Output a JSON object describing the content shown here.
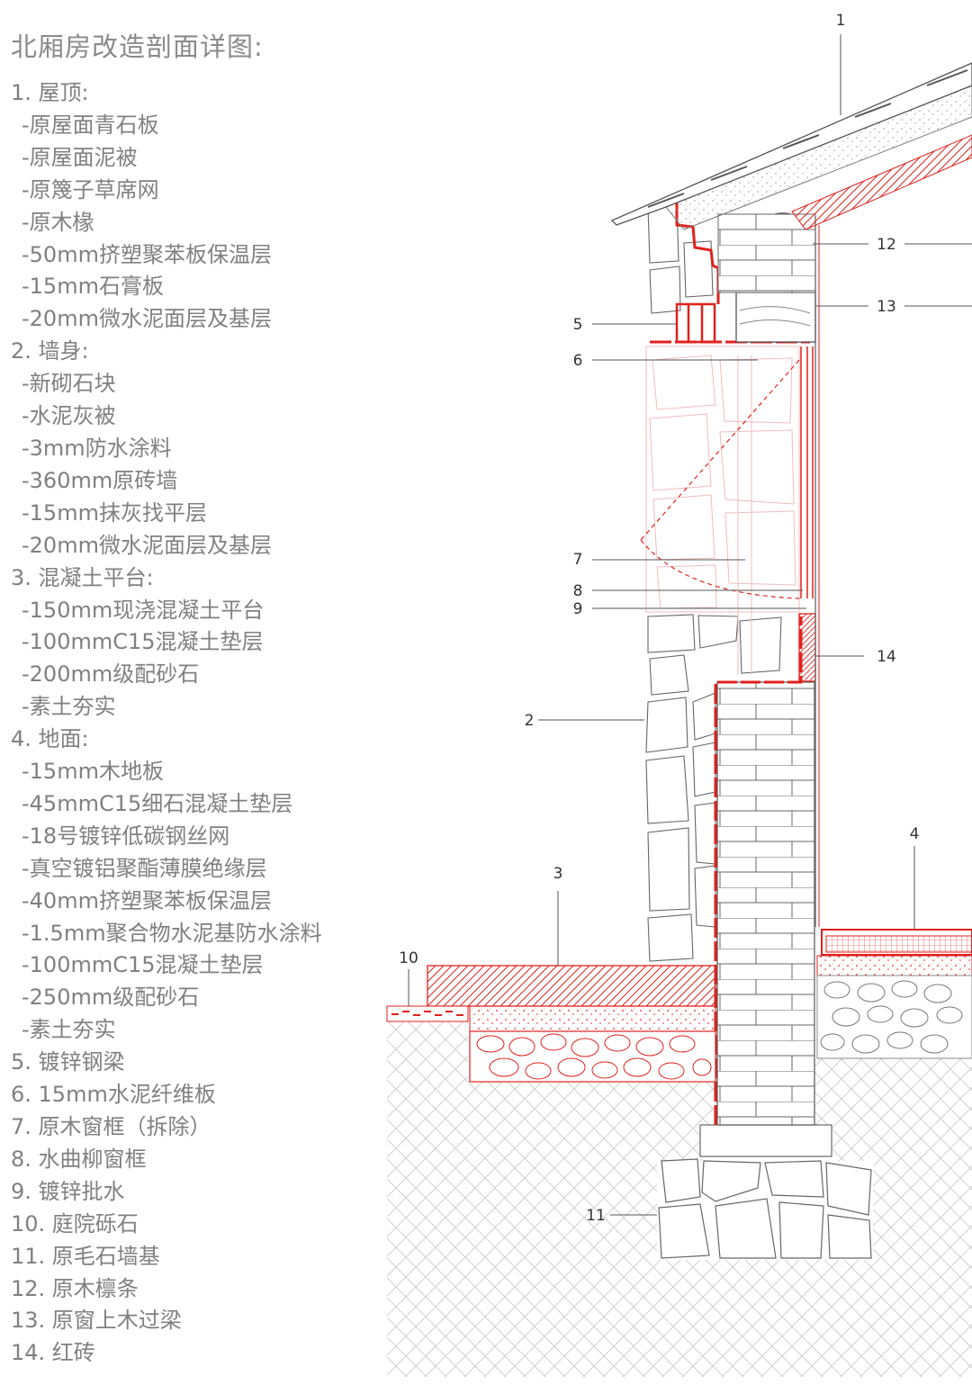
{
  "title": "北厢房改造剖面详图:",
  "legend": [
    {
      "text": "1. 屋顶:",
      "sub": false
    },
    {
      "text": "-原屋面青石板",
      "sub": true
    },
    {
      "text": "-原屋面泥被",
      "sub": true
    },
    {
      "text": "-原篾子草席网",
      "sub": true
    },
    {
      "text": "-原木椽",
      "sub": true
    },
    {
      "text": "-50mm挤塑聚苯板保温层",
      "sub": true
    },
    {
      "text": "-15mm石膏板",
      "sub": true
    },
    {
      "text": "-20mm微水泥面层及基层",
      "sub": true
    },
    {
      "text": "2. 墙身:",
      "sub": false
    },
    {
      "text": "-新砌石块",
      "sub": true
    },
    {
      "text": "-水泥灰被",
      "sub": true
    },
    {
      "text": "-3mm防水涂料",
      "sub": true
    },
    {
      "text": "-360mm原砖墙",
      "sub": true
    },
    {
      "text": "-15mm抹灰找平层",
      "sub": true
    },
    {
      "text": "-20mm微水泥面层及基层",
      "sub": true
    },
    {
      "text": "3. 混凝土平台:",
      "sub": false
    },
    {
      "text": "-150mm现浇混凝土平台",
      "sub": true
    },
    {
      "text": "-100mmC15混凝土垫层",
      "sub": true
    },
    {
      "text": "-200mm级配砂石",
      "sub": true
    },
    {
      "text": "-素土夯实",
      "sub": true
    },
    {
      "text": "4. 地面:",
      "sub": false
    },
    {
      "text": "-15mm木地板",
      "sub": true
    },
    {
      "text": "-45mmC15细石混凝土垫层",
      "sub": true
    },
    {
      "text": "-18号镀锌低碳钢丝网",
      "sub": true
    },
    {
      "text": "-真空镀铝聚酯薄膜绝缘层",
      "sub": true
    },
    {
      "text": "-40mm挤塑聚苯板保温层",
      "sub": true
    },
    {
      "text": "-1.5mm聚合物水泥基防水涂料",
      "sub": true
    },
    {
      "text": "-100mmC15混凝土垫层",
      "sub": true
    },
    {
      "text": "-250mm级配砂石",
      "sub": true
    },
    {
      "text": "-素土夯实",
      "sub": true
    },
    {
      "text": "5. 镀锌钢梁",
      "sub": false
    },
    {
      "text": "6. 15mm水泥纤维板",
      "sub": false
    },
    {
      "text": "7. 原木窗框（拆除）",
      "sub": false
    },
    {
      "text": "8. 水曲柳窗框",
      "sub": false
    },
    {
      "text": "9. 镀锌批水",
      "sub": false
    },
    {
      "text": "10. 庭院砾石",
      "sub": false
    },
    {
      "text": "11. 原毛石墙基",
      "sub": false
    },
    {
      "text": "12. 原木檩条",
      "sub": false
    },
    {
      "text": "13. 原窗上木过梁",
      "sub": false
    },
    {
      "text": "14. 红砖",
      "sub": false
    }
  ],
  "callouts": [
    "1",
    "2",
    "3",
    "4",
    "5",
    "6",
    "7",
    "8",
    "9",
    "10",
    "11",
    "12",
    "13",
    "14"
  ],
  "colors": {
    "accent_red": "#e0201c",
    "line": "#555555",
    "text": "#808080"
  }
}
